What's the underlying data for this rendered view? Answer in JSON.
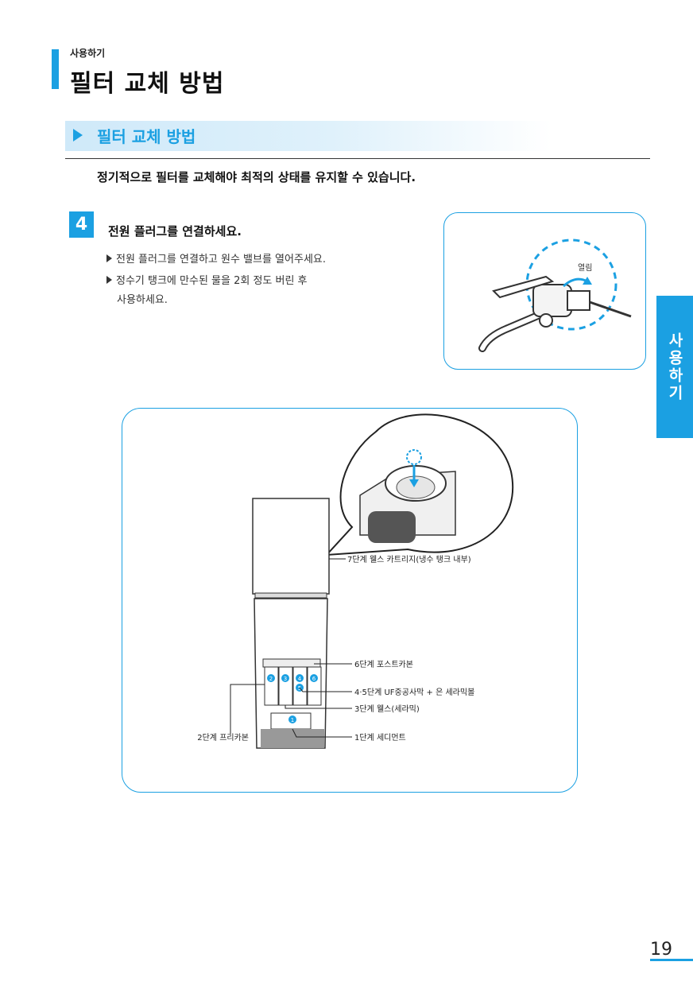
{
  "header": {
    "section_label": "사용하기",
    "page_title": "필터 교체 방법"
  },
  "subheader": {
    "title": "필터 교체 방법"
  },
  "intro_text": "정기적으로 필터를 교체해야 최적의 상태를 유지할 수 있습니다.",
  "step": {
    "number": "4",
    "title": "전원 플러그를 연결하세요.",
    "bullets": [
      "전원 플러그를 연결하고 원수 밸브를 열어주세요.",
      "정수기 탱크에 만수된 물을 2회 정도 버린 후",
      "사용하세요."
    ]
  },
  "valve_image": {
    "open_label": "열림"
  },
  "side_tab": "사용하기",
  "diagram": {
    "labels": {
      "stage7": "7단계 웰스 카트리지(냉수 탱크 내부)",
      "stage6": "6단계 포스트카본",
      "stage45": "4·5단계 UF중공사막 + 은 세라믹볼",
      "stage3": "3단계 웰스(세라믹)",
      "stage2": "2단계 프리카본",
      "stage1": "1단계 세디먼트"
    },
    "badges": [
      "2",
      "3",
      "4",
      "6",
      "5",
      "1"
    ]
  },
  "colors": {
    "accent": "#1ba0e2"
  },
  "page_number": "19"
}
